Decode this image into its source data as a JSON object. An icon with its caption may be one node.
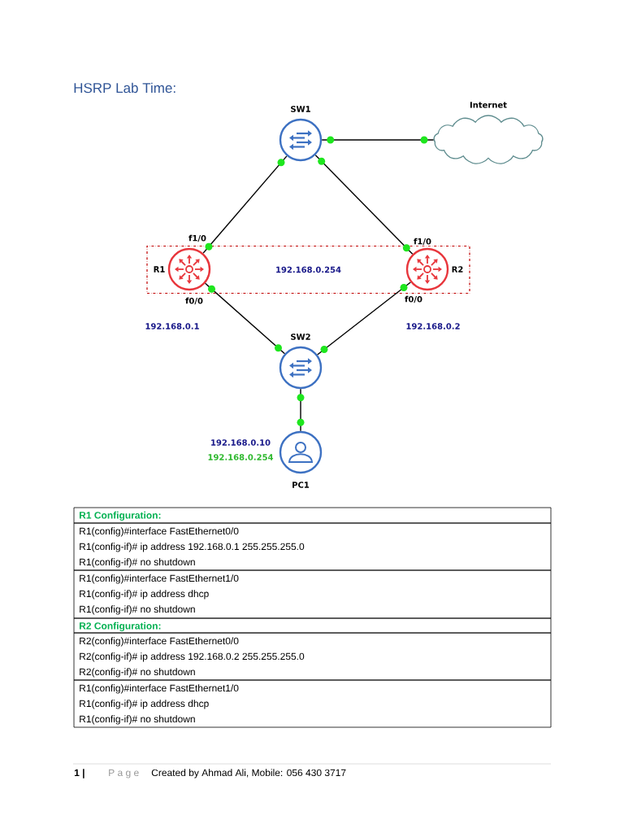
{
  "diagram": {
    "title": "HSRP Lab Time:",
    "nodes": [
      {
        "text": [
          "SW1"
        ]
      },
      {
        "text": [
          "Internet"
        ]
      },
      {
        "text": [
          "192.168.0.254"
        ]
      },
      {
        "text": [
          "R1"
        ],
        "in": 2
      },
      {
        "text": [
          "R2"
        ],
        "in": 2
      },
      {
        "text": [
          "SW2"
        ]
      },
      {
        "text": [
          "PC1"
        ],
        "beside": [
          "192.168.0.10",
          "192.168.0.254"
        ]
      }
    ],
    "edges": [
      {
        "from": 0,
        "to": 1,
        "arrow": "none"
      },
      {
        "from": 0,
        "to": 3,
        "arrow": "none",
        "label": "f1/0"
      },
      {
        "from": 0,
        "to": 4,
        "arrow": "none",
        "label": "f1/0"
      },
      {
        "from": 3,
        "to": 5,
        "arrow": "none",
        "label": "f0/0"
      },
      {
        "from": 4,
        "to": 5,
        "arrow": "none",
        "label": "f0/0"
      },
      {
        "from": 5,
        "to": 6,
        "arrow": "none"
      }
    ],
    "labels": [
      "192.168.0.1",
      "192.168.0.2",
      "R1 Configuration:",
      "R1(config)#interface FastEthernet0/0",
      "R1(config-if)# ip address 192.168.0.1 255.255.255.0",
      "R1(config-if)# no shutdown",
      "R1(config)#interface FastEthernet1/0",
      "R1(config-if)# ip address dhcp",
      "R1(config-if)# no shutdown",
      "R2 Configuration:",
      "R2(config)#interface FastEthernet0/0",
      "R2(config-if)# ip address 192.168.0.2 255.255.255.0",
      "R2(config-if)# no shutdown",
      "R1(config)#interface FastEthernet1/0",
      "R1(config-if)# ip address dhcp",
      "R1(config-if)# no shutdown",
      "1 |",
      "P a g e",
      "Created by Ahmad Ali, Mobile: 056 430 3717"
    ]
  }
}
